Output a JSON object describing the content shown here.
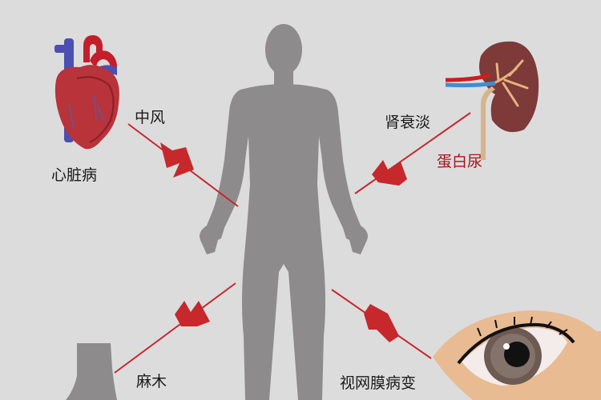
{
  "diagram": {
    "title": "",
    "colors": {
      "background": "#dcdcdd",
      "body_silhouette": "#8e8b8d",
      "arrow": "#c6282b",
      "text": "#1a1a1a",
      "highlight_text": "#a3161c"
    },
    "center": {
      "name": "human-body-silhouette"
    },
    "labels": {
      "stroke": "中风",
      "heart_disease": "心脏病",
      "kidney_failure": "肾衰淡",
      "proteinuria": "蛋白尿",
      "numbness": "麻木",
      "retinopathy": "视网膜病变"
    },
    "complications": [
      {
        "label": "中风",
        "organ": "heart",
        "direction": "toward body"
      },
      {
        "label": "心脏病",
        "organ": "heart"
      },
      {
        "label": "肾衰淡",
        "organ": "kidney",
        "direction": "toward body"
      },
      {
        "label": "蛋白尿",
        "organ": "kidney"
      },
      {
        "label": "麻木",
        "organ": "foot",
        "direction": "away from body"
      },
      {
        "label": "视网膜病变",
        "organ": "eye",
        "direction": "toward body"
      }
    ]
  }
}
